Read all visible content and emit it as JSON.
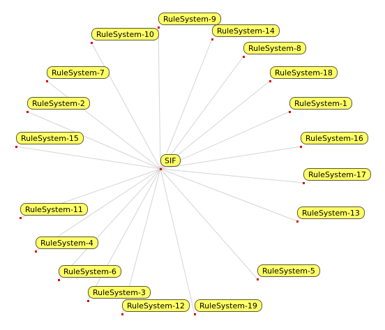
{
  "graph": {
    "center": {
      "id": "sif",
      "label": "SIF"
    },
    "nodes": [
      {
        "id": "rs9",
        "label": "RuleSystem-9"
      },
      {
        "id": "rs14",
        "label": "RuleSystem-14"
      },
      {
        "id": "rs10",
        "label": "RuleSystem-10"
      },
      {
        "id": "rs8",
        "label": "RuleSystem-8"
      },
      {
        "id": "rs7",
        "label": "RuleSystem-7"
      },
      {
        "id": "rs18",
        "label": "RuleSystem-18"
      },
      {
        "id": "rs2",
        "label": "RuleSystem-2"
      },
      {
        "id": "rs1",
        "label": "RuleSystem-1"
      },
      {
        "id": "rs15",
        "label": "RuleSystem-15"
      },
      {
        "id": "rs16",
        "label": "RuleSystem-16"
      },
      {
        "id": "rs17",
        "label": "RuleSystem-17"
      },
      {
        "id": "rs11",
        "label": "RuleSystem-11"
      },
      {
        "id": "rs13",
        "label": "RuleSystem-13"
      },
      {
        "id": "rs4",
        "label": "RuleSystem-4"
      },
      {
        "id": "rs6",
        "label": "RuleSystem-6"
      },
      {
        "id": "rs5",
        "label": "RuleSystem-5"
      },
      {
        "id": "rs3",
        "label": "RuleSystem-3"
      },
      {
        "id": "rs12",
        "label": "RuleSystem-12"
      },
      {
        "id": "rs19",
        "label": "RuleSystem-19"
      }
    ],
    "colors": {
      "node_fill": "#ffff66",
      "node_border": "#555533",
      "edge": "#d4d4d4",
      "anchor_dot": "#dd0000"
    }
  }
}
